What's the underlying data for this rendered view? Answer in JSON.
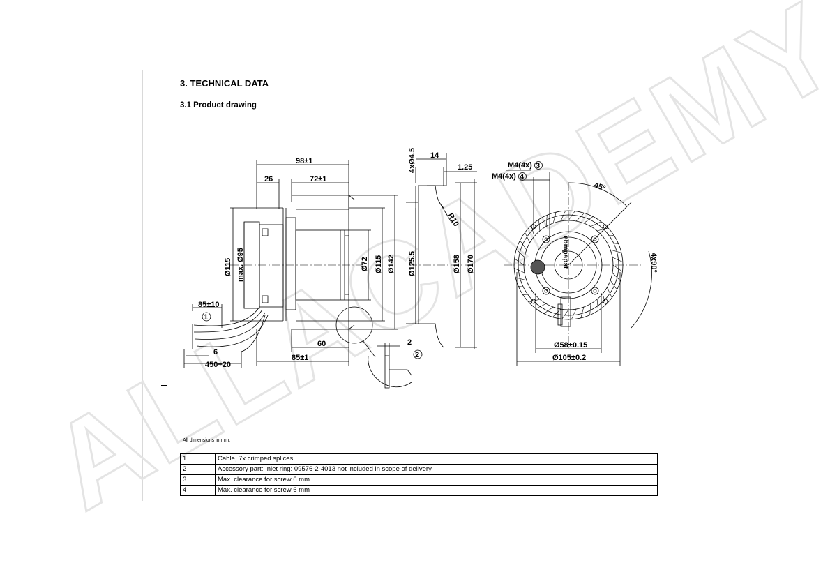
{
  "header": {
    "section_title": "3. TECHNICAL DATA",
    "subsection_title": "3.1 Product drawing"
  },
  "drawing": {
    "side_view_dims": {
      "overall_length": "98±1",
      "hub_offset": "26",
      "impeller_length": "72±1",
      "dia_115_left": "Ø115",
      "dia_max_95": "max. Ø95",
      "dia_72": "Ø72",
      "dia_115_right": "Ø115",
      "dia_142": "Ø142",
      "cable_length_a": "85±10",
      "cable_strip": "6",
      "cable_length_total": "450+20",
      "depth_60": "60",
      "depth_85": "85±1"
    },
    "section_view_dims": {
      "holes": "4xØ4.5",
      "width_14": "14",
      "thickness": "1.25",
      "radius": "R10",
      "dia_125": "Ø125.5",
      "dia_158": "Ø158",
      "dia_170": "Ø170",
      "gap_2": "2"
    },
    "front_view_dims": {
      "thread_3": "M4(4x)",
      "thread_4": "M4(4x)",
      "angle_45": "45°",
      "angle_90": "4x90°",
      "dia_58": "Ø58±0.15",
      "dia_105": "Ø105±0.2",
      "brand_text": "ebmpapst"
    },
    "callouts": {
      "c1": "1",
      "c2": "2",
      "c3": "3",
      "c4": "4"
    }
  },
  "footnote": "All dimensions in mm.",
  "legend": {
    "rows": [
      {
        "num": "1",
        "text": "Cable, 7x crimped splices"
      },
      {
        "num": "2",
        "text": "Accessory part: Inlet ring: 09576-2-4013 not included in scope of delivery"
      },
      {
        "num": "3",
        "text": "Max. clearance for screw 6 mm"
      },
      {
        "num": "4",
        "text": "Max. clearance for screw 6 mm"
      }
    ]
  },
  "watermark": {
    "text": "ALLACADEMY"
  }
}
